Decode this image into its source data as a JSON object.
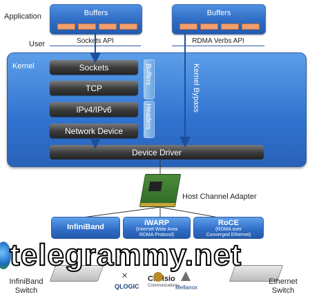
{
  "labels": {
    "application": "Application",
    "user": "User",
    "kernel": "Kernel",
    "kernel_bypass": "Kernel Bypass",
    "host_channel_adapter": "Host Channel Adapter"
  },
  "app_left": {
    "title": "Buffers",
    "api": "Sockets API"
  },
  "app_right": {
    "title": "Buffers",
    "api": "RDMA Verbs API"
  },
  "kernel_stack": {
    "layers": [
      "Sockets",
      "TCP",
      "IPv4/IPv6",
      "Network Device"
    ],
    "buffers": "Buffers",
    "headers": "Headers",
    "driver": "Device Driver"
  },
  "fabrics": [
    {
      "title": "InfiniBand",
      "sub": ""
    },
    {
      "title": "iWARP",
      "sub": "(Internet Wide Area\nRDMA Protocol)"
    },
    {
      "title": "RoCE",
      "sub": "(RDMA over\nConverged Ethernet)"
    }
  ],
  "switches": {
    "left": "InfiniBand\nSwitch",
    "right": "Ethernet\nSwitch"
  },
  "vendors": [
    "QLOGIC",
    "Chelsio",
    "Communications",
    "Mellanox"
  ],
  "watermark": "telegrammy.net",
  "colors": {
    "accent_blue": "#2f6cc4",
    "buffer_orange": "#f0a070",
    "layer_dark": "#333333"
  }
}
